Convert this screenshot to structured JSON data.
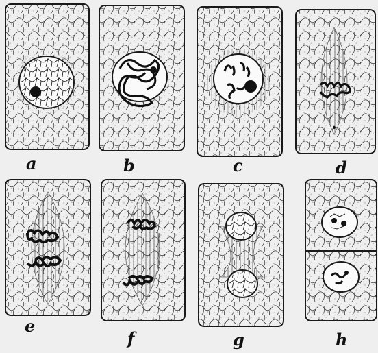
{
  "figure": {
    "panels": [
      {
        "label": "a",
        "stage": "resting"
      },
      {
        "label": "b",
        "stage": "spireme"
      },
      {
        "label": "c",
        "stage": "prophase"
      },
      {
        "label": "d",
        "stage": "metaphase"
      },
      {
        "label": "e",
        "stage": "anaphase-early"
      },
      {
        "label": "f",
        "stage": "anaphase-late"
      },
      {
        "label": "g",
        "stage": "telophase"
      },
      {
        "label": "h",
        "stage": "daughter-cells"
      }
    ],
    "colors": {
      "ink": "#1a1a1a",
      "paper": "#efefef",
      "stipple": "#555555"
    }
  }
}
